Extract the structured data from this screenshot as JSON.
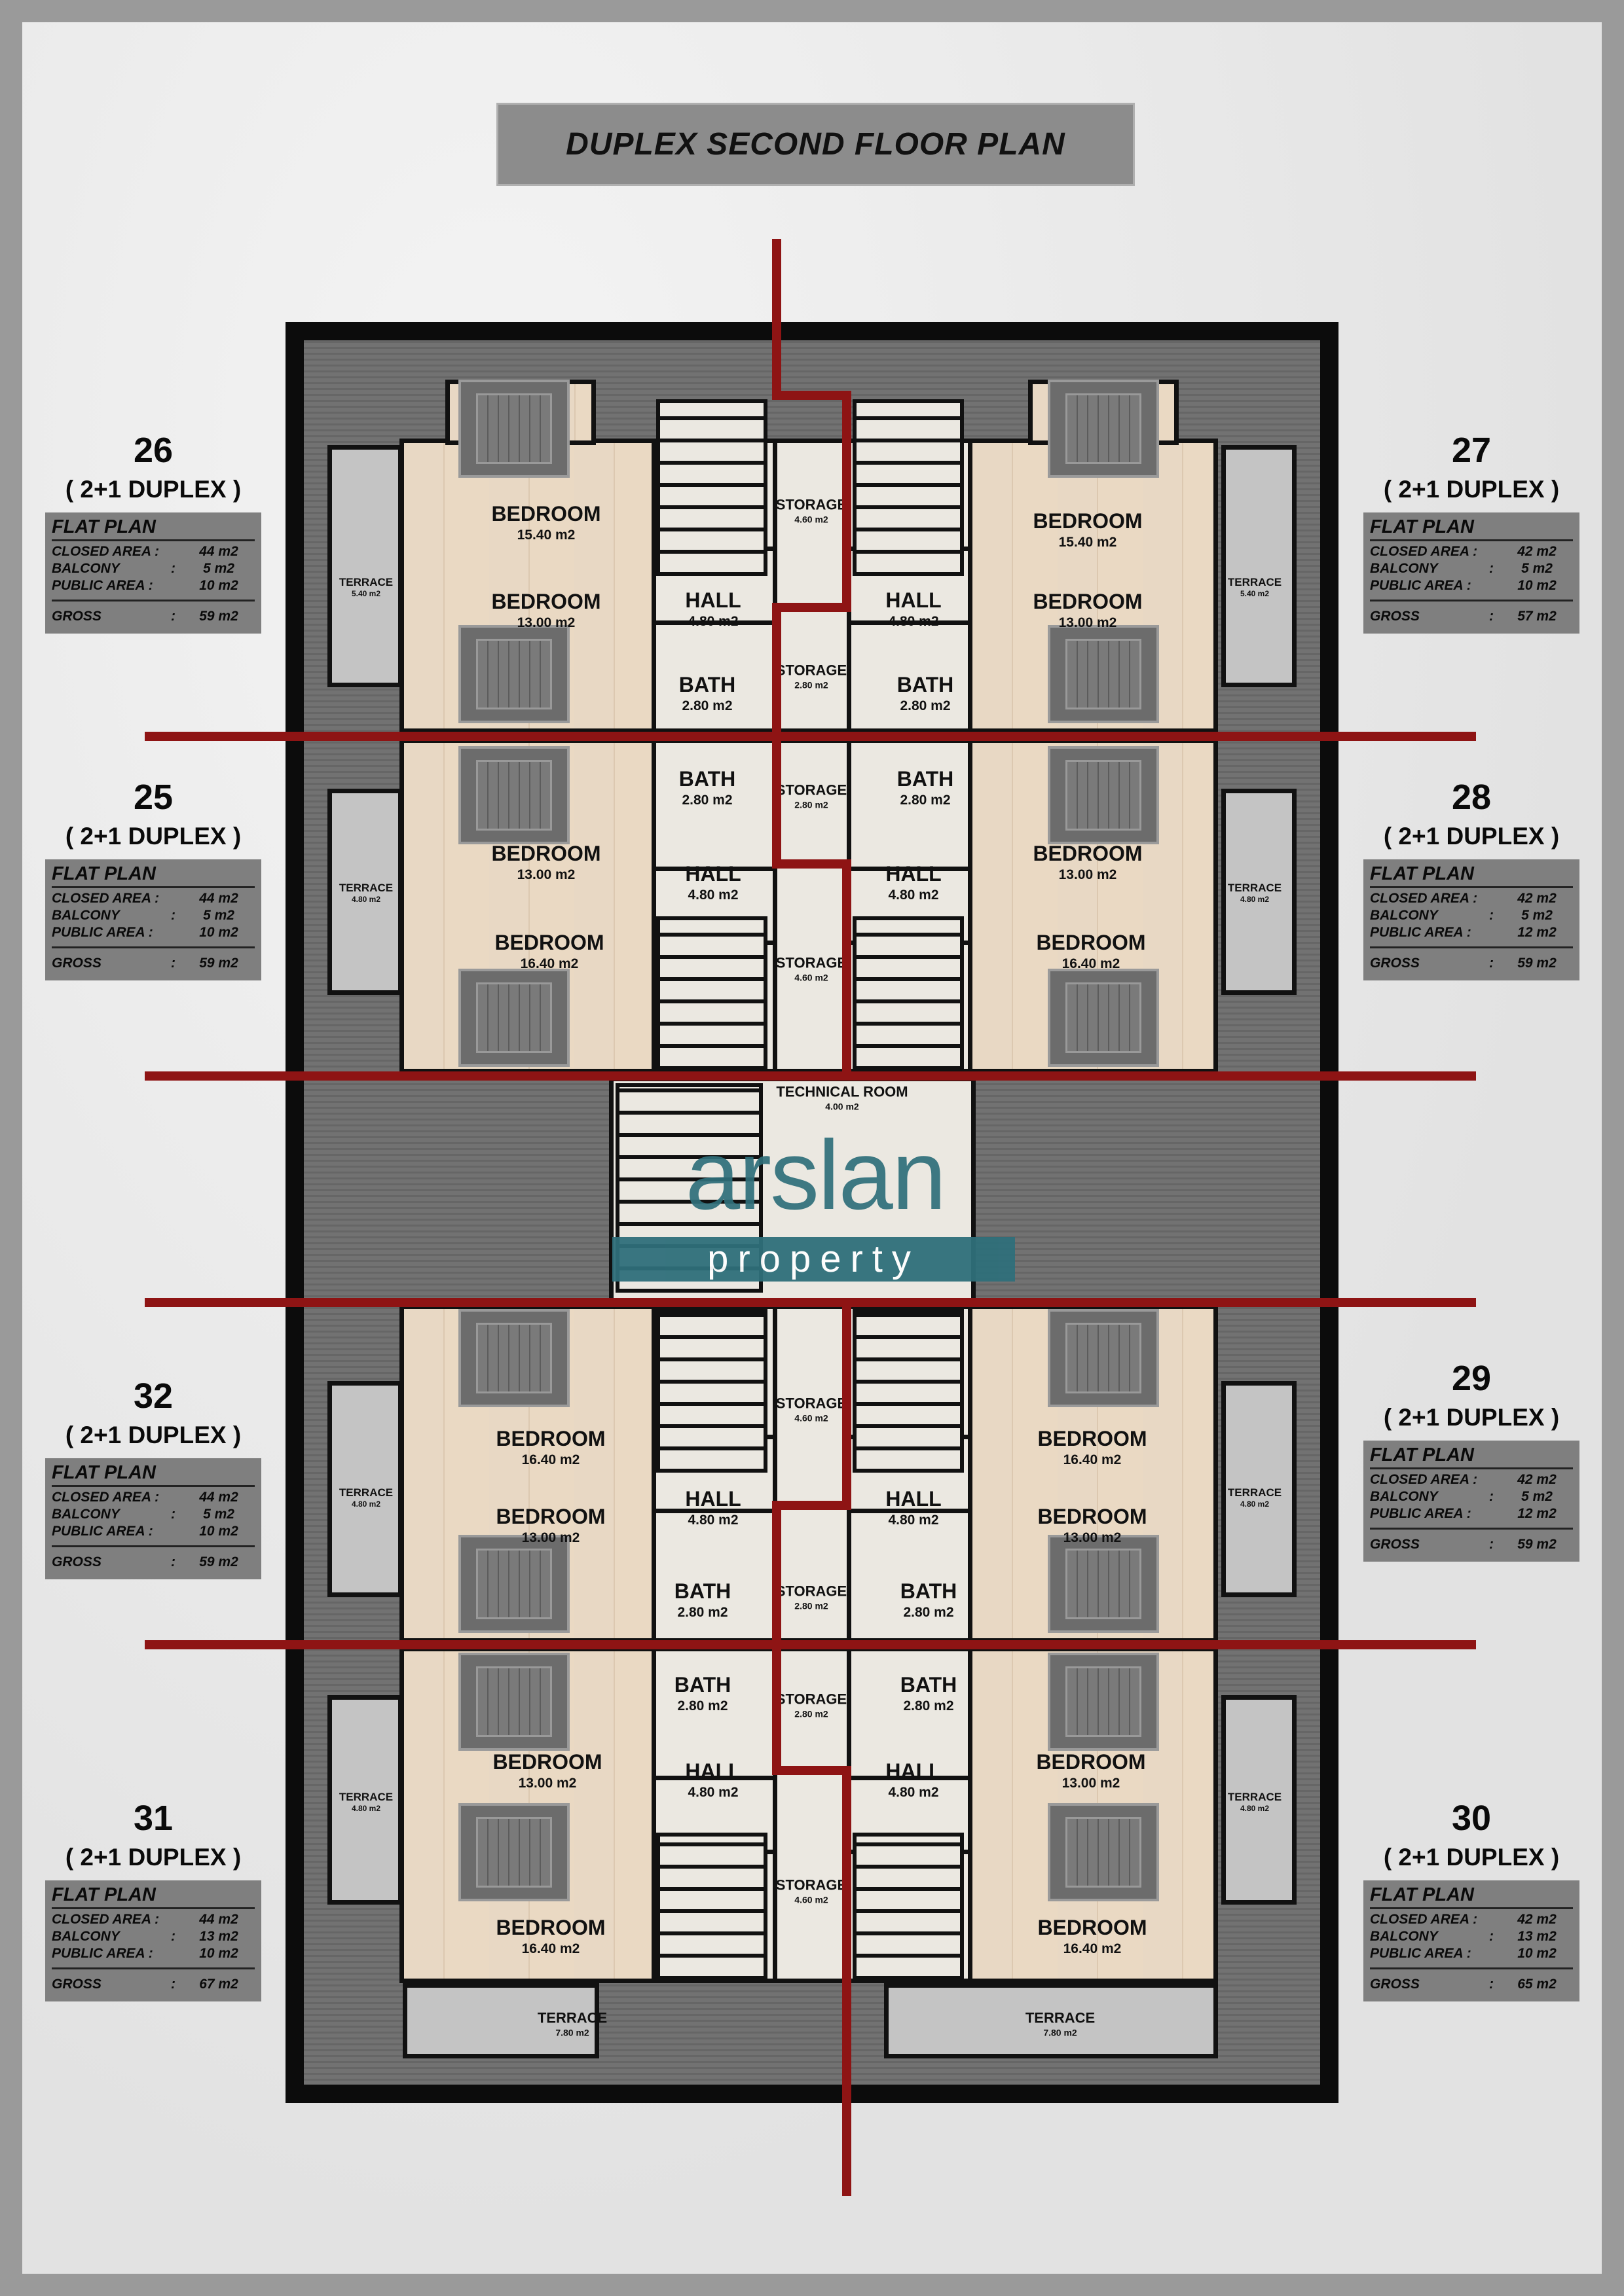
{
  "title": "DUPLEX SECOND FLOOR PLAN",
  "logo": {
    "main": "arslan",
    "sub": "property"
  },
  "colors": {
    "partition_line": "#8e1414",
    "logo": "#2f6f7a",
    "info_box": "#7f7f7f"
  },
  "info_labels": {
    "flat_plan": "FLAT PLAN",
    "closed": "CLOSED AREA :",
    "balcony": "BALCONY",
    "public": "PUBLIC AREA :",
    "gross": "GROSS",
    "colon": ":"
  },
  "units": [
    {
      "number": "26",
      "type": "( 2+1 DUPLEX )",
      "closed": "44 m2",
      "balcony": "5 m2",
      "public": "10 m2",
      "gross": "59 m2"
    },
    {
      "number": "27",
      "type": "( 2+1 DUPLEX )",
      "closed": "42 m2",
      "balcony": "5 m2",
      "public": "10 m2",
      "gross": "57 m2"
    },
    {
      "number": "25",
      "type": "( 2+1 DUPLEX )",
      "closed": "44 m2",
      "balcony": "5 m2",
      "public": "10 m2",
      "gross": "59 m2"
    },
    {
      "number": "28",
      "type": "( 2+1 DUPLEX )",
      "closed": "42 m2",
      "balcony": "5 m2",
      "public": "12 m2",
      "gross": "59 m2"
    },
    {
      "number": "32",
      "type": "( 2+1 DUPLEX )",
      "closed": "44 m2",
      "balcony": "5 m2",
      "public": "10 m2",
      "gross": "59 m2"
    },
    {
      "number": "29",
      "type": "( 2+1 DUPLEX )",
      "closed": "42 m2",
      "balcony": "5 m2",
      "public": "12 m2",
      "gross": "59 m2"
    },
    {
      "number": "31",
      "type": "( 2+1 DUPLEX )",
      "closed": "44 m2",
      "balcony": "13 m2",
      "public": "10 m2",
      "gross": "67 m2"
    },
    {
      "number": "30",
      "type": "( 2+1 DUPLEX )",
      "closed": "42 m2",
      "balcony": "13 m2",
      "public": "10 m2",
      "gross": "65 m2"
    }
  ],
  "rooms": [
    {
      "name": "BEDROOM",
      "area": "15.40 m2"
    },
    {
      "name": "BEDROOM",
      "area": "13.00 m2"
    },
    {
      "name": "HALL",
      "area": "4.80 m2"
    },
    {
      "name": "STORAGE",
      "area": "4.60 m2"
    },
    {
      "name": "STORAGE",
      "area": "2.80 m2"
    },
    {
      "name": "BATH",
      "area": "2.80 m2"
    },
    {
      "name": "TERRACE",
      "area": "5.40 m2"
    },
    {
      "name": "BEDROOM",
      "area": "15.40 m2"
    },
    {
      "name": "BEDROOM",
      "area": "13.00 m2"
    },
    {
      "name": "HALL",
      "area": "4.80 m2"
    },
    {
      "name": "BATH",
      "area": "2.80 m2"
    },
    {
      "name": "TERRACE",
      "area": "5.40 m2"
    },
    {
      "name": "BATH",
      "area": "2.80 m2"
    },
    {
      "name": "STORAGE",
      "area": "2.80 m2"
    },
    {
      "name": "BATH",
      "area": "2.80 m2"
    },
    {
      "name": "BEDROOM",
      "area": "13.00 m2"
    },
    {
      "name": "HALL",
      "area": "4.80 m2"
    },
    {
      "name": "HALL",
      "area": "4.80 m2"
    },
    {
      "name": "BEDROOM",
      "area": "13.00 m2"
    },
    {
      "name": "BEDROOM",
      "area": "16.40 m2"
    },
    {
      "name": "BEDROOM",
      "area": "16.40 m2"
    },
    {
      "name": "STORAGE",
      "area": "4.60 m2"
    },
    {
      "name": "TERRACE",
      "area": "4.80 m2"
    },
    {
      "name": "TERRACE",
      "area": "4.80 m2"
    },
    {
      "name": "TECHNICAL ROOM",
      "area": "4.00 m2"
    },
    {
      "name": "STORAGE",
      "area": "4.60 m2"
    },
    {
      "name": "BEDROOM",
      "area": "16.40 m2"
    },
    {
      "name": "BEDROOM",
      "area": "16.40 m2"
    },
    {
      "name": "HALL",
      "area": "4.80 m2"
    },
    {
      "name": "HALL",
      "area": "4.80 m2"
    },
    {
      "name": "BEDROOM",
      "area": "13.00 m2"
    },
    {
      "name": "BEDROOM",
      "area": "13.00 m2"
    },
    {
      "name": "TERRACE",
      "area": "4.80 m2"
    },
    {
      "name": "TERRACE",
      "area": "4.80 m2"
    },
    {
      "name": "BATH",
      "area": "2.80 m2"
    },
    {
      "name": "STORAGE",
      "area": "2.80 m2"
    },
    {
      "name": "BATH",
      "area": "2.80 m2"
    },
    {
      "name": "BATH",
      "area": "2.80 m2"
    },
    {
      "name": "STORAGE",
      "area": "2.80 m2"
    },
    {
      "name": "BATH",
      "area": "2.80 m2"
    },
    {
      "name": "BEDROOM",
      "area": "13.00 m2"
    },
    {
      "name": "BEDROOM",
      "area": "13.00 m2"
    },
    {
      "name": "HALL",
      "area": "4.80 m2"
    },
    {
      "name": "HALL",
      "area": "4.80 m2"
    },
    {
      "name": "TERRACE",
      "area": "4.80 m2"
    },
    {
      "name": "TERRACE",
      "area": "4.80 m2"
    },
    {
      "name": "STORAGE",
      "area": "4.60 m2"
    },
    {
      "name": "BEDROOM",
      "area": "16.40 m2"
    },
    {
      "name": "BEDROOM",
      "area": "16.40 m2"
    },
    {
      "name": "TERRACE",
      "area": "7.80 m2"
    },
    {
      "name": "TERRACE",
      "area": "7.80 m2"
    }
  ]
}
